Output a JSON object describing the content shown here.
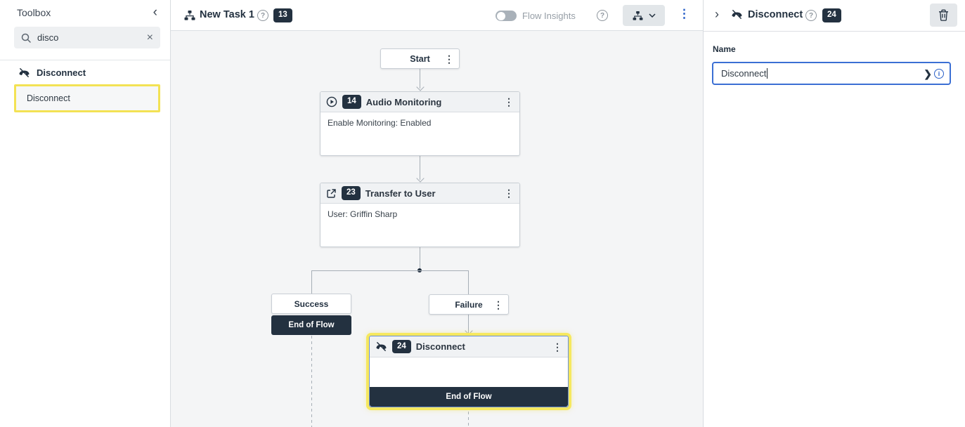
{
  "icons": {
    "collapse": "‹",
    "expand": "›",
    "kebab": "⋮",
    "close": "×",
    "help": "?",
    "info": "i",
    "expr_chevron": "❯"
  },
  "toolbox": {
    "title": "Toolbox",
    "search": {
      "value": "disco"
    },
    "section": {
      "label": "Disconnect"
    },
    "items": [
      {
        "label": "Disconnect",
        "highlighted": true
      }
    ]
  },
  "toolbar": {
    "title": "New Task 1",
    "badge": "13",
    "flow_insights_label": "Flow Insights"
  },
  "canvas": {
    "start_label": "Start",
    "nodes": [
      {
        "badge": "14",
        "title": "Audio Monitoring",
        "body": "Enable Monitoring: Enabled"
      },
      {
        "badge": "23",
        "title": "Transfer to User",
        "body": "User: Griffin Sharp"
      },
      {
        "badge": "24",
        "title": "Disconnect",
        "body": "",
        "footer": "End of Flow",
        "selected": true
      }
    ],
    "branches": {
      "success": {
        "label": "Success",
        "end_label": "End of Flow"
      },
      "failure": {
        "label": "Failure"
      }
    }
  },
  "panel": {
    "title": "Disconnect",
    "badge": "24",
    "name_label": "Name",
    "name_value": "Disconnect"
  },
  "colors": {
    "accent_blue": "#2a60c8",
    "badge_dark": "#233140",
    "highlight_yellow": "#f6e85e"
  }
}
